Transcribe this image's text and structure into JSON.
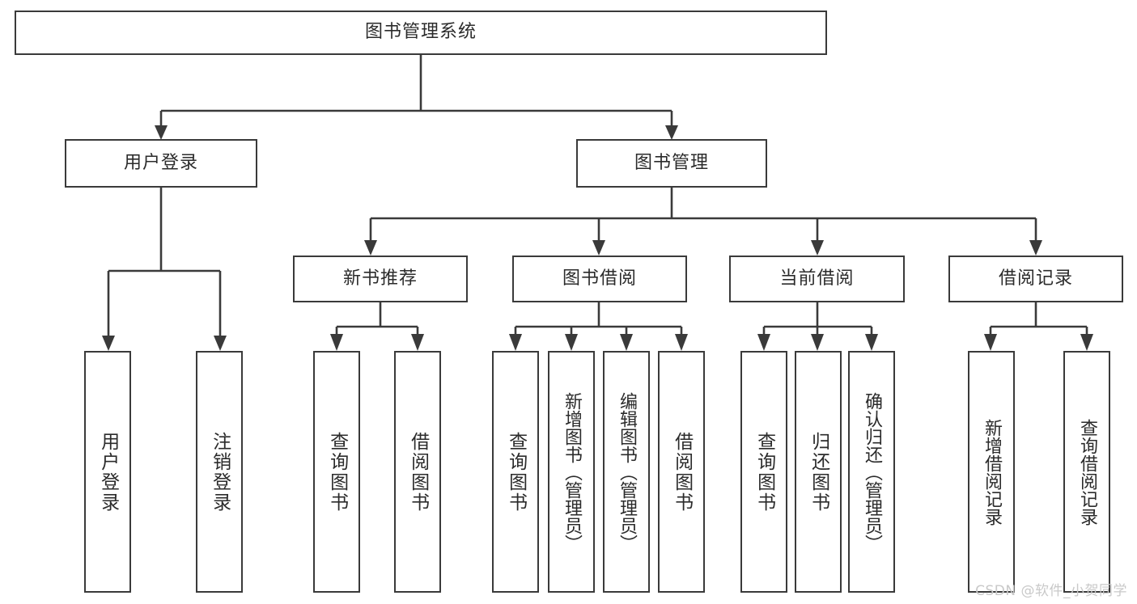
{
  "diagram": {
    "type": "tree-hierarchy",
    "title": "图书管理系统",
    "watermark": "CSDN @软件_小贺同学",
    "colors": {
      "stroke": "#3a3a3a",
      "fill": "#ffffff",
      "text": "#2b2b2b",
      "watermark": "#c9c9c9"
    },
    "root": {
      "label": "图书管理系统"
    },
    "level2": [
      {
        "id": "user-login",
        "label": "用户登录"
      },
      {
        "id": "book-manage",
        "label": "图书管理"
      }
    ],
    "level3": [
      {
        "id": "new-book-rec",
        "label": "新书推荐"
      },
      {
        "id": "book-borrow",
        "label": "图书借阅"
      },
      {
        "id": "current-borrow",
        "label": "当前借阅"
      },
      {
        "id": "borrow-record",
        "label": "借阅记录"
      }
    ],
    "leaves": {
      "user_login": [
        {
          "id": "leaf-user-login",
          "label": "用户登录"
        },
        {
          "id": "leaf-logout",
          "label": "注销登录"
        }
      ],
      "new_book_rec": [
        {
          "id": "leaf-query-book-1",
          "label": "查询图书"
        },
        {
          "id": "leaf-borrow-book-1",
          "label": "借阅图书"
        }
      ],
      "book_borrow": [
        {
          "id": "leaf-query-book-2",
          "label": "查询图书"
        },
        {
          "id": "leaf-add-book",
          "label": "新增图书（管理员）"
        },
        {
          "id": "leaf-edit-book",
          "label": "编辑图书（管理员）"
        },
        {
          "id": "leaf-borrow-book-2",
          "label": "借阅图书"
        }
      ],
      "current_borrow": [
        {
          "id": "leaf-query-book-3",
          "label": "查询图书"
        },
        {
          "id": "leaf-return-book",
          "label": "归还图书"
        },
        {
          "id": "leaf-confirm-return",
          "label": "确认归还（管理员）"
        }
      ],
      "borrow_record": [
        {
          "id": "leaf-add-record",
          "label": "新增借阅记录"
        },
        {
          "id": "leaf-query-record",
          "label": "查询借阅记录"
        }
      ]
    }
  }
}
